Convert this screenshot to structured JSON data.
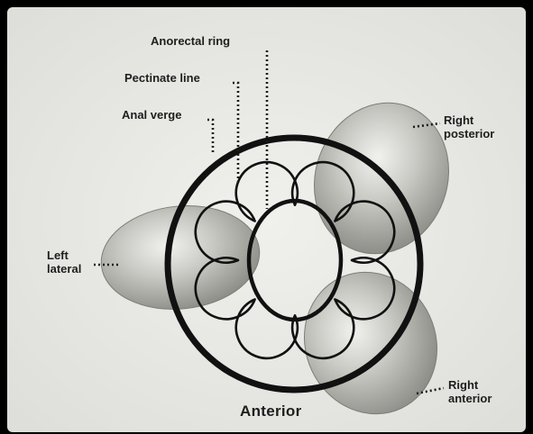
{
  "labels": {
    "anorectal_ring": "Anorectal ring",
    "pectinate_line": "Pectinate line",
    "anal_verge": "Anal verge",
    "right_posterior": [
      "Right",
      "posterior"
    ],
    "left_lateral": [
      "Left",
      "lateral"
    ],
    "right_anterior": [
      "Right",
      "anterior"
    ],
    "anterior": "Anterior"
  },
  "colors": {
    "background_frame": "#000000",
    "paper": "#ecece9",
    "ink": "#111111",
    "hemorrhoid_shade": "#9a9a94"
  }
}
